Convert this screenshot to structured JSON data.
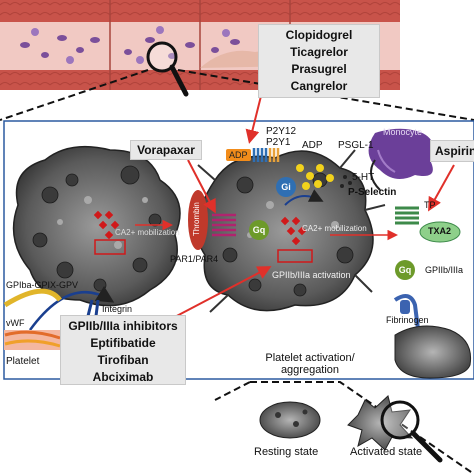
{
  "drug_boxes": {
    "p2y12_inhibitors": [
      "Clopidogrel",
      "Ticagrelor",
      "Prasugrel",
      "Cangrelor"
    ],
    "par1_antagonist": "Vorapaxar",
    "cox_inhibitor": "Aspirin",
    "gpiib_iiia": {
      "title": "GPIIb/IIIa inhibitors",
      "drugs": [
        "Eptifibatide",
        "Tirofiban",
        "Abciximab"
      ]
    }
  },
  "labels": {
    "p2y12": "P2Y12",
    "p2y1": "P2Y1",
    "adp_left": "ADP",
    "adp_right": "ADP",
    "psgl1": "PSGL-1",
    "monocyte": "Monocyte",
    "serotonin": "5-HT",
    "p_selectin": "P-Selectin",
    "gi": "Gi",
    "gq_left": "Gq",
    "gq_right": "Gq",
    "thrombin": "Thrombin",
    "par": "PAR1/PAR4",
    "ca_left": "CA2+ mobilization",
    "ca_center": "CA2+ mobilization",
    "gpiib_activation": "GPIIb/IIIa activation",
    "integrin": "Integrin",
    "gpib": "GPIba-GPIX-GPV",
    "vwf": "vWF",
    "platelet_left": "Platelet",
    "tp": "TP",
    "txa2": "TXA2",
    "gpiib_right": "GPIIb/IIIa",
    "fibrinogen": "Fibrinogen",
    "activation_title": [
      "Platelet activation/",
      "aggregation"
    ],
    "resting": "Resting state",
    "activated": "Activated state"
  },
  "colors": {
    "vessel_wall": "#c8534a",
    "vessel_lumen": "#f1c9c3",
    "platelet_purple": "#7b4f9a",
    "arrow_red": "#e0302a",
    "adp_orange": "#f28c1a",
    "adp_yellow": "#f2d21c",
    "gi_blue": "#2f6fb3",
    "gq_green": "#6d9a2a",
    "receptor_green": "#3d8a4a",
    "box_gray": "#e8e8e8",
    "platelet_gray": "#5d5d5d"
  }
}
